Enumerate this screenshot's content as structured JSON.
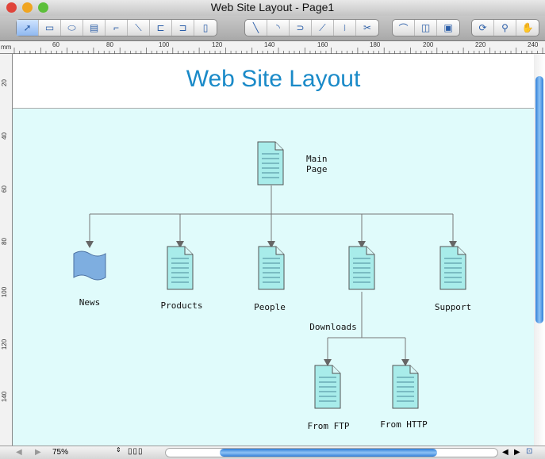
{
  "window": {
    "title": "Web Site Layout - Page1"
  },
  "ruler": {
    "unit": "mm",
    "top_labels": [
      "60",
      "80",
      "100",
      "120",
      "140",
      "160",
      "180",
      "200",
      "220",
      "240"
    ],
    "left_labels": [
      "20",
      "40",
      "60",
      "80",
      "100",
      "120",
      "140"
    ]
  },
  "diagram": {
    "title": "Web Site Layout",
    "nodes": {
      "main": "Main\nPage",
      "news": "News",
      "products": "Products",
      "people": "People",
      "downloads": "Downloads",
      "support": "Support",
      "ftp": "From FTP",
      "http": "From HTTP"
    }
  },
  "status": {
    "zoom": "75%"
  },
  "colors": {
    "accent": "#1a8ac8",
    "canvas": "#e0fbfb"
  }
}
